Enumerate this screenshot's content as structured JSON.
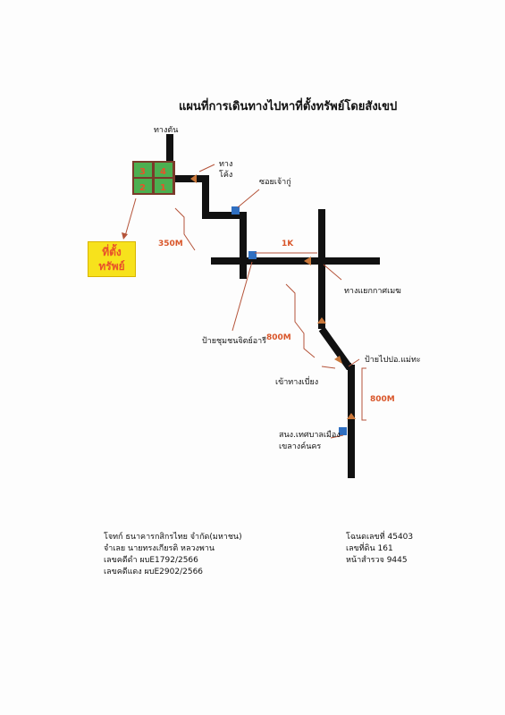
{
  "title": "แผนที่การเดินทางไปหาที่ตั้งทรัพย์โดยสังเขป",
  "property": {
    "line1": "ที่ตั้ง",
    "line2": "ทรัพย์",
    "plots": [
      "3",
      "4",
      "2",
      "1"
    ],
    "box_color": "#f7e21c",
    "text_color": "#e8522a"
  },
  "labels": {
    "start": "ทางตัน",
    "curve": "ทาง\nโค้ง",
    "curve_line1": "ทาง",
    "curve_line2": "โค้ง",
    "soi": "ซอยเจ้ากู่",
    "junction": "ทางแยกกาศเมฆ",
    "community": "ป้ายชุมชนจิตย์อารี",
    "bend": "เข้าทางเบี่ยง",
    "post_office": "ป้ายไปปอ.แม่ทะ",
    "office_line1": "สนง.เทศบาลเมือง",
    "office_line2": "เขลางค์นคร"
  },
  "distances": {
    "d1": "350M",
    "d2": "1K",
    "d3": "800M",
    "d4": "800M"
  },
  "footer_left": {
    "line1": "โจทก์ ธนาคารกสิกรไทย จำกัด(มหาชน)",
    "line2": "จำเลย นายทรงเกียรติ หลวงพาน",
    "line3": "เลขคดีดำ ผบE1792/2566",
    "line4": "เลขคดีแดง ผบE2902/2566"
  },
  "footer_right": {
    "line1": "โฉนดเลขที่ 45403",
    "line2": "เลขที่ดิน 161",
    "line3": "หน้าสำรวจ 9445"
  },
  "colors": {
    "road": "#111111",
    "arrow": "#c9773a",
    "marker": "#2f6fc1",
    "pointer": "#b5543a",
    "distance": "#d9562a"
  }
}
